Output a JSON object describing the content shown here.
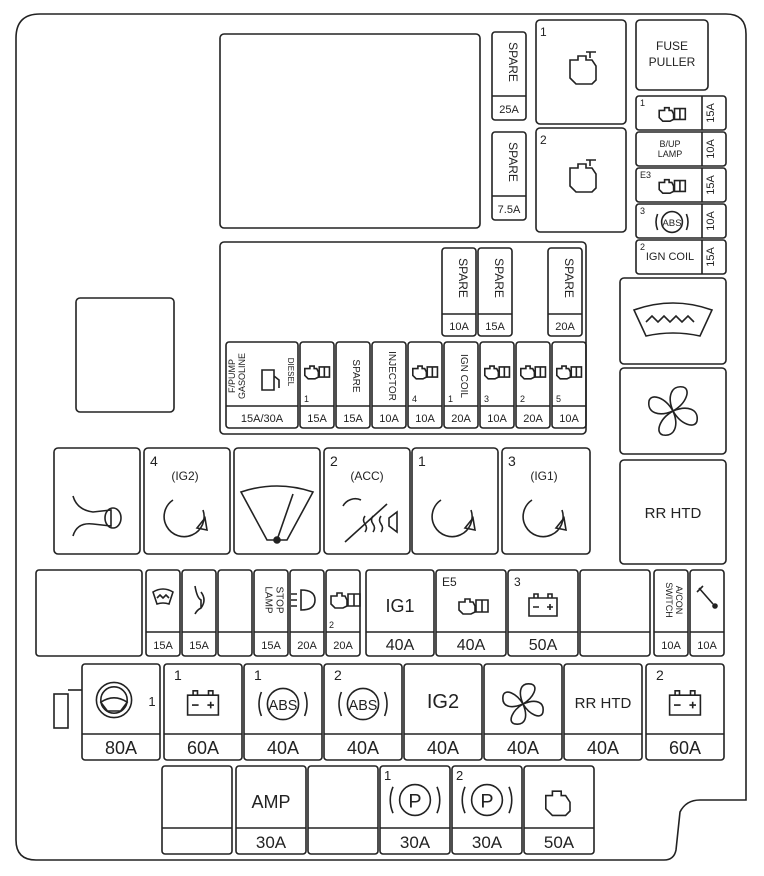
{
  "top_right": {
    "spare_25": {
      "label": "SPARE",
      "rating": "25A"
    },
    "spare_75": {
      "label": "SPARE",
      "rating": "7.5A"
    },
    "relay1_num": "1",
    "relay2_num": "2",
    "fuse_puller": "FUSE\nPULLER",
    "side_fuses": [
      {
        "num": "1",
        "label": "",
        "rating": "15A",
        "icon": "engine-book-icon"
      },
      {
        "num": "",
        "label": "B/UP\nLAMP",
        "rating": "10A",
        "icon": ""
      },
      {
        "num": "E3",
        "label": "",
        "rating": "15A",
        "icon": "engine-book-icon"
      },
      {
        "num": "3",
        "label": "(ABS)",
        "rating": "10A",
        "icon": "abs-icon"
      },
      {
        "num": "2",
        "label": "IGN COIL",
        "rating": "15A",
        "icon": ""
      }
    ]
  },
  "mid_block": {
    "spares": [
      {
        "label": "SPARE",
        "rating": "10A"
      },
      {
        "label": "SPARE",
        "rating": "15A"
      },
      {
        "label": "SPARE",
        "rating": "20A"
      }
    ],
    "fuses": [
      {
        "label": "F/PUMP\nGASOLINE",
        "sub": "DIESEL",
        "rating": "15A/30A",
        "icon": "fuel-pump-icon"
      },
      {
        "label": "",
        "num": "1",
        "rating": "15A",
        "icon": "engine-book-icon"
      },
      {
        "label": "SPARE",
        "rating": "15A",
        "icon": ""
      },
      {
        "label": "INJECTOR",
        "rating": "10A",
        "icon": ""
      },
      {
        "label": "",
        "num": "4",
        "rating": "10A",
        "icon": "engine-book-icon"
      },
      {
        "label": "IGN COIL",
        "num": "1",
        "rating": "20A",
        "icon": ""
      },
      {
        "label": "",
        "num": "3",
        "rating": "10A",
        "icon": "engine-book-icon"
      },
      {
        "label": "",
        "num": "2",
        "rating": "20A",
        "icon": "engine-book-icon"
      },
      {
        "label": "",
        "num": "5",
        "rating": "10A",
        "icon": "engine-book-icon"
      }
    ]
  },
  "relay_row": {
    "items": [
      {
        "num": "",
        "label": "",
        "icon": "horn-icon"
      },
      {
        "num": "4",
        "label": "(IG2)",
        "icon": "relay-ig2-icon"
      },
      {
        "num": "",
        "label": "",
        "icon": "wiper-icon"
      },
      {
        "num": "2",
        "label": "(ACC)",
        "icon": "acc-heater-icon"
      },
      {
        "num": "1",
        "label": "",
        "icon": "relay-icon"
      },
      {
        "num": "3",
        "label": "(IG1)",
        "icon": "relay-ig1-icon"
      }
    ]
  },
  "right_relays": {
    "rr_htd": "RR HTD"
  },
  "small_fuse_row": {
    "fuses": [
      {
        "label": "",
        "rating": "15A",
        "icon": "washer-icon"
      },
      {
        "label": "",
        "rating": "15A",
        "icon": "horn-small-icon"
      },
      {
        "label": "STOP\nLAMP",
        "rating": "15A",
        "icon": ""
      },
      {
        "label": "",
        "rating": "20A",
        "icon": "headlamp-icon"
      },
      {
        "label": "",
        "num": "2",
        "rating": "20A",
        "icon": "engine-book-icon"
      }
    ],
    "mid": [
      {
        "label": "IG1",
        "num": "",
        "rating": "40A"
      },
      {
        "label": "",
        "num": "E5",
        "rating": "40A",
        "icon": "engine-book-icon"
      },
      {
        "label": "",
        "num": "3",
        "rating": "50A",
        "icon": "battery-icon"
      }
    ],
    "right": [
      {
        "label": "A/CON\nSWITCH",
        "rating": "10A"
      },
      {
        "label": "",
        "rating": "10A",
        "icon": "wiper-small-icon"
      }
    ]
  },
  "big_row": {
    "fuses": [
      {
        "num": "1",
        "label": "",
        "rating": "80A",
        "icon": "steering-icon"
      },
      {
        "num": "1",
        "label": "",
        "rating": "60A",
        "icon": "battery-icon"
      },
      {
        "num": "1",
        "label": "(ABS)",
        "rating": "40A",
        "icon": "abs-icon"
      },
      {
        "num": "2",
        "label": "(ABS)",
        "rating": "40A",
        "icon": "abs-icon"
      },
      {
        "num": "",
        "label": "IG2",
        "rating": "40A",
        "icon": ""
      },
      {
        "num": "",
        "label": "",
        "rating": "40A",
        "icon": "fan-icon"
      },
      {
        "num": "",
        "label": "RR HTD",
        "rating": "40A",
        "icon": ""
      },
      {
        "num": "2",
        "label": "",
        "rating": "60A",
        "icon": "battery-icon"
      }
    ]
  },
  "bottom_row": {
    "fuses": [
      {
        "num": "",
        "label": "",
        "rating": "",
        "icon": ""
      },
      {
        "num": "",
        "label": "AMP",
        "rating": "30A",
        "icon": ""
      },
      {
        "num": "",
        "label": "",
        "rating": "",
        "icon": ""
      },
      {
        "num": "1",
        "label": "",
        "rating": "30A",
        "icon": "parking-icon"
      },
      {
        "num": "2",
        "label": "",
        "rating": "30A",
        "icon": "parking-icon"
      },
      {
        "num": "",
        "label": "",
        "rating": "50A",
        "icon": "engine-icon"
      }
    ]
  }
}
